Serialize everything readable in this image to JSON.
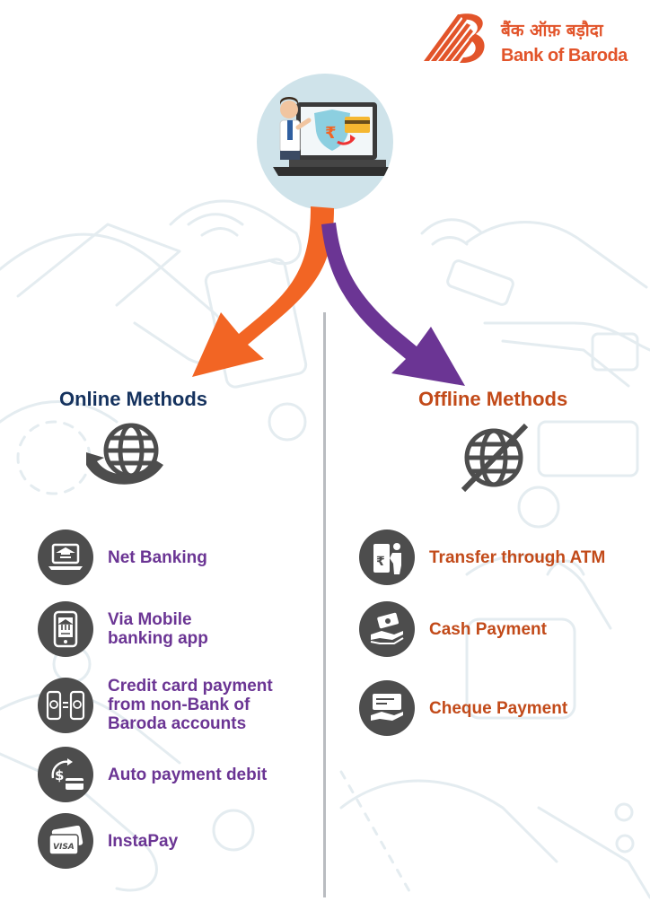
{
  "brand": {
    "name_hindi": "बैंक ऑफ़ बड़ौदा",
    "name_english": "Bank of Baroda",
    "color": "#e2542a"
  },
  "colors": {
    "online_heading": "#15325e",
    "offline_heading": "#c24a19",
    "online_items": "#6b3594",
    "offline_items": "#c24a19",
    "orange_arrow": "#f26524",
    "purple_arrow": "#6b3594",
    "icon_circle": "#4d4d4d"
  },
  "hero": {
    "icon": "person-laptop-payment-icon"
  },
  "online": {
    "heading": "Online Methods",
    "icon": "globe-arrow-icon",
    "items": [
      {
        "lines": [
          "Net Banking"
        ],
        "icon": "laptop-bank-icon"
      },
      {
        "lines": [
          "Via Mobile",
          "banking app"
        ],
        "icon": "mobile-bank-icon"
      },
      {
        "lines": [
          "Credit card payment",
          "from non-Bank of",
          "Baroda accounts"
        ],
        "icon": "phone-transfer-icon"
      },
      {
        "lines": [
          "Auto payment debit"
        ],
        "icon": "rupee-card-cycle-icon"
      },
      {
        "lines": [
          "InstaPay"
        ],
        "icon": "visa-card-icon"
      }
    ]
  },
  "offline": {
    "heading": "Offline Methods",
    "icon": "globe-crossed-icon",
    "items": [
      {
        "lines": [
          "Transfer through ATM"
        ],
        "icon": "atm-person-icon"
      },
      {
        "lines": [
          "Cash Payment"
        ],
        "icon": "cash-hand-icon"
      },
      {
        "lines": [
          "Cheque Payment"
        ],
        "icon": "cheque-hand-icon"
      }
    ]
  }
}
